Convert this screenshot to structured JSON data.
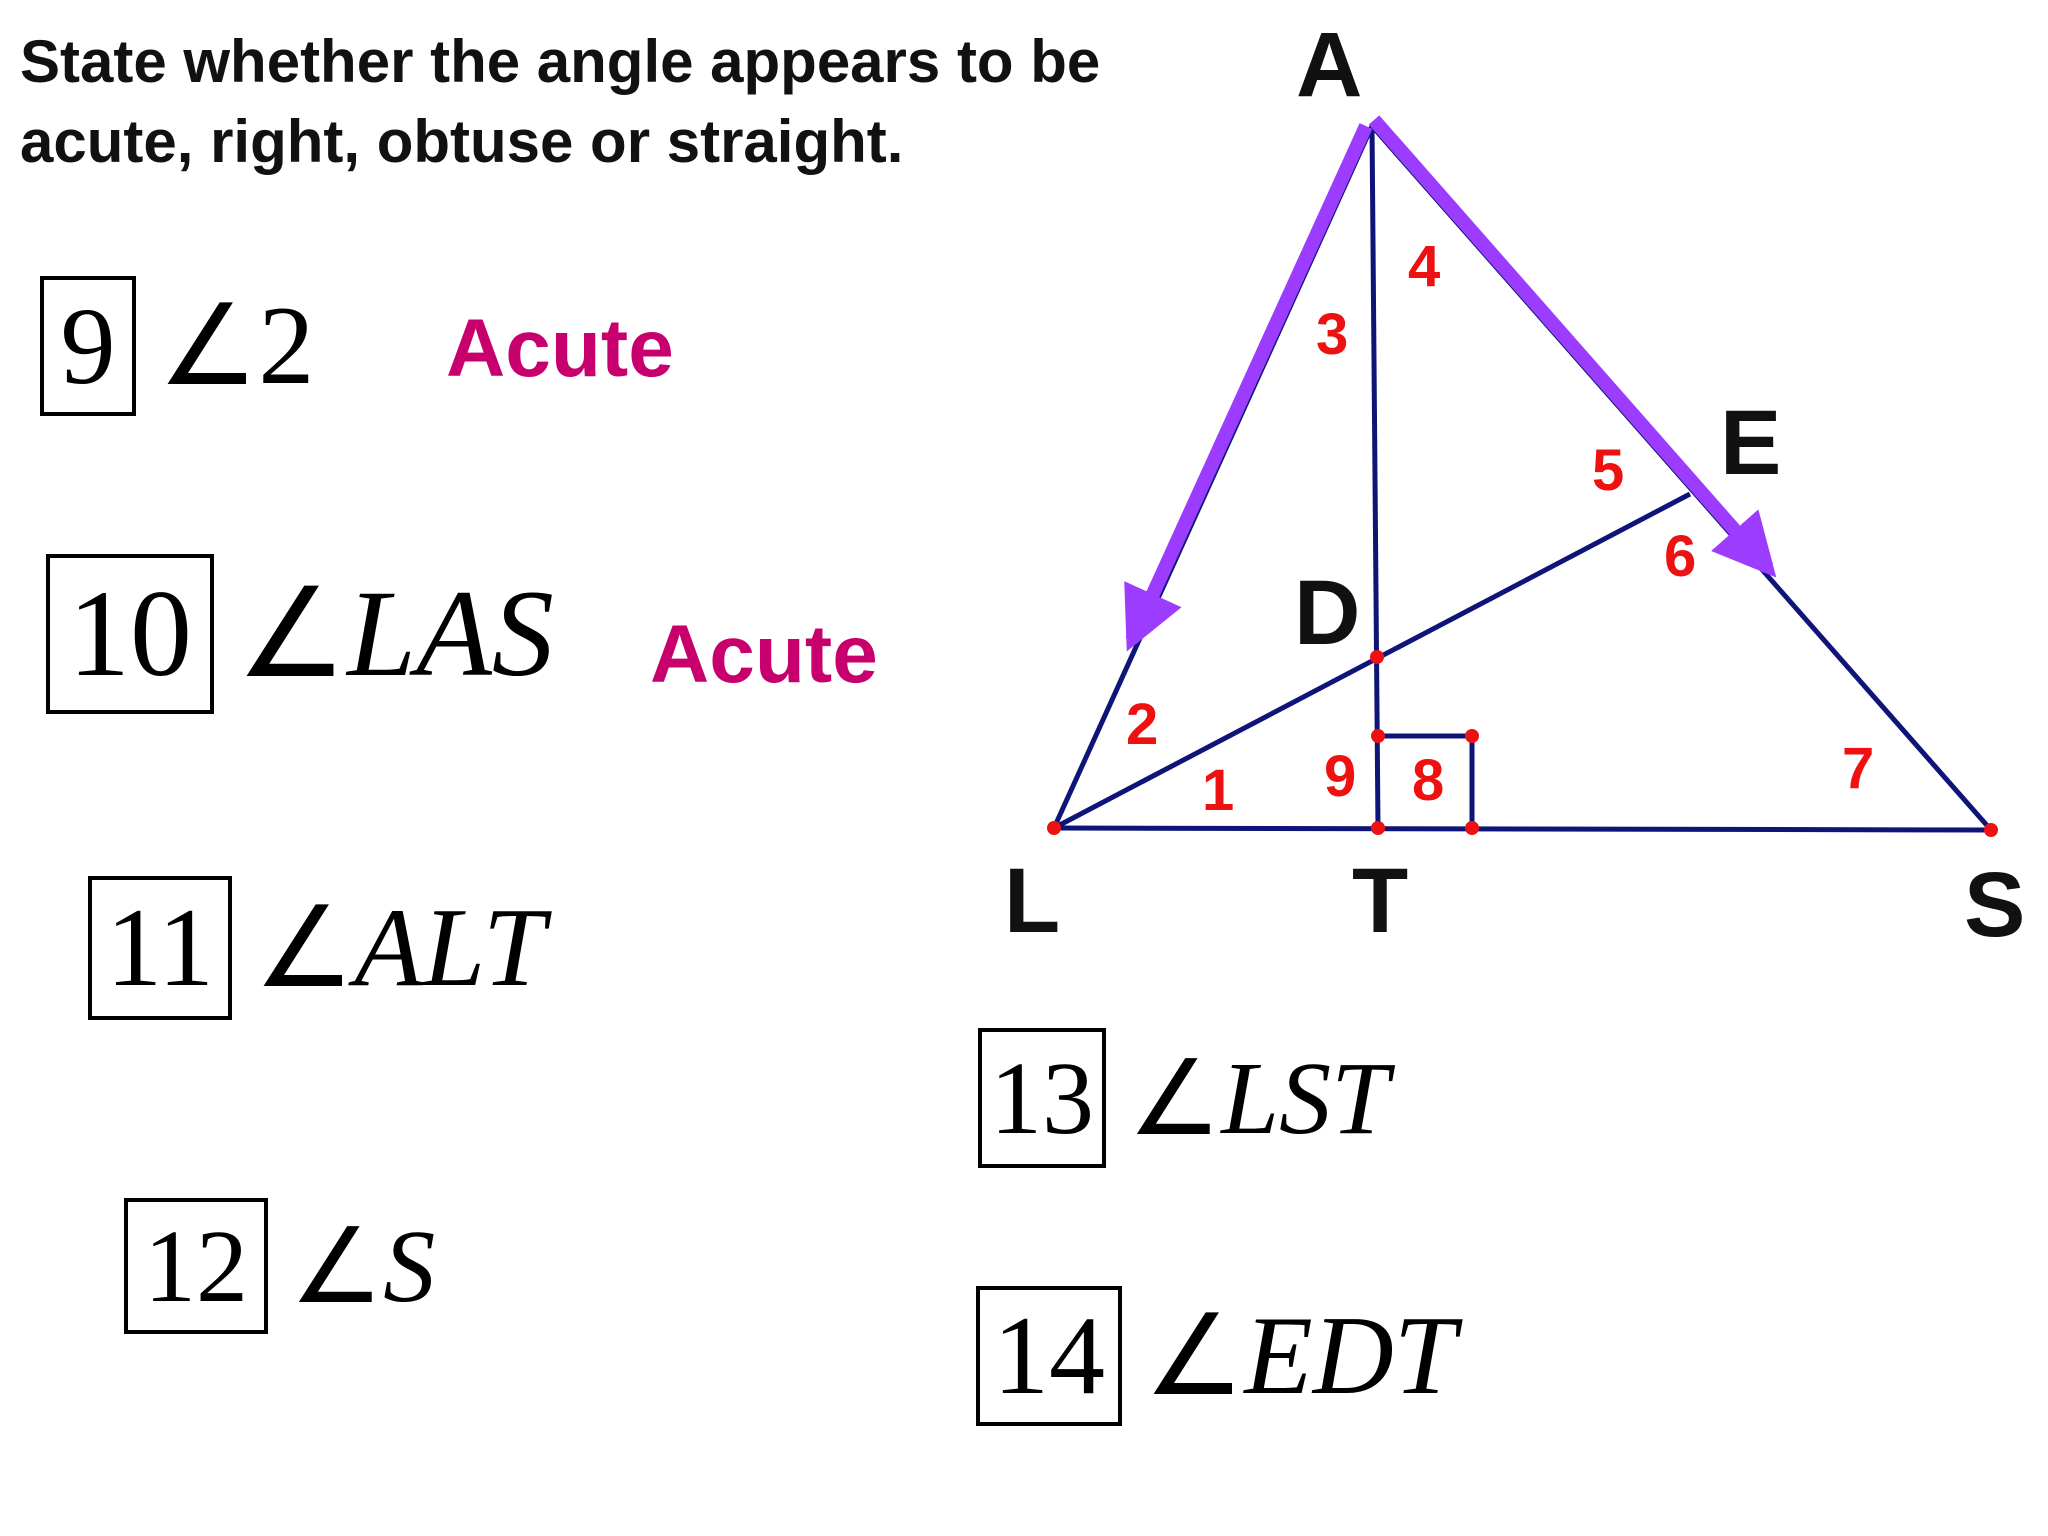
{
  "instructions": "State whether the angle appears to be acute, right, obtuse or straight.",
  "colors": {
    "answer": "#c8006e",
    "triangle_lines": "#0f1478",
    "arrows": "#9b3cff",
    "angle_numbers": "#ee1111",
    "points": "#ee1111"
  },
  "problems": [
    {
      "number": "9",
      "symbol": "∠",
      "angle": "2",
      "answer": "Acute"
    },
    {
      "number": "10",
      "symbol": "∠",
      "angle": "LAS",
      "answer": "Acute"
    },
    {
      "number": "11",
      "symbol": "∠",
      "angle": "ALT",
      "answer": ""
    },
    {
      "number": "12",
      "symbol": "∠",
      "angle": "S",
      "answer": ""
    },
    {
      "number": "13",
      "symbol": "∠",
      "angle": "LST",
      "answer": ""
    },
    {
      "number": "14",
      "symbol": "∠",
      "angle": "EDT",
      "answer": ""
    }
  ],
  "figure": {
    "points": {
      "A": "A",
      "L": "L",
      "T": "T",
      "S": "S",
      "D": "D",
      "E": "E"
    },
    "angle_numbers": [
      "1",
      "2",
      "3",
      "4",
      "5",
      "6",
      "7",
      "8",
      "9"
    ],
    "right_angle_mark_at": "T"
  }
}
